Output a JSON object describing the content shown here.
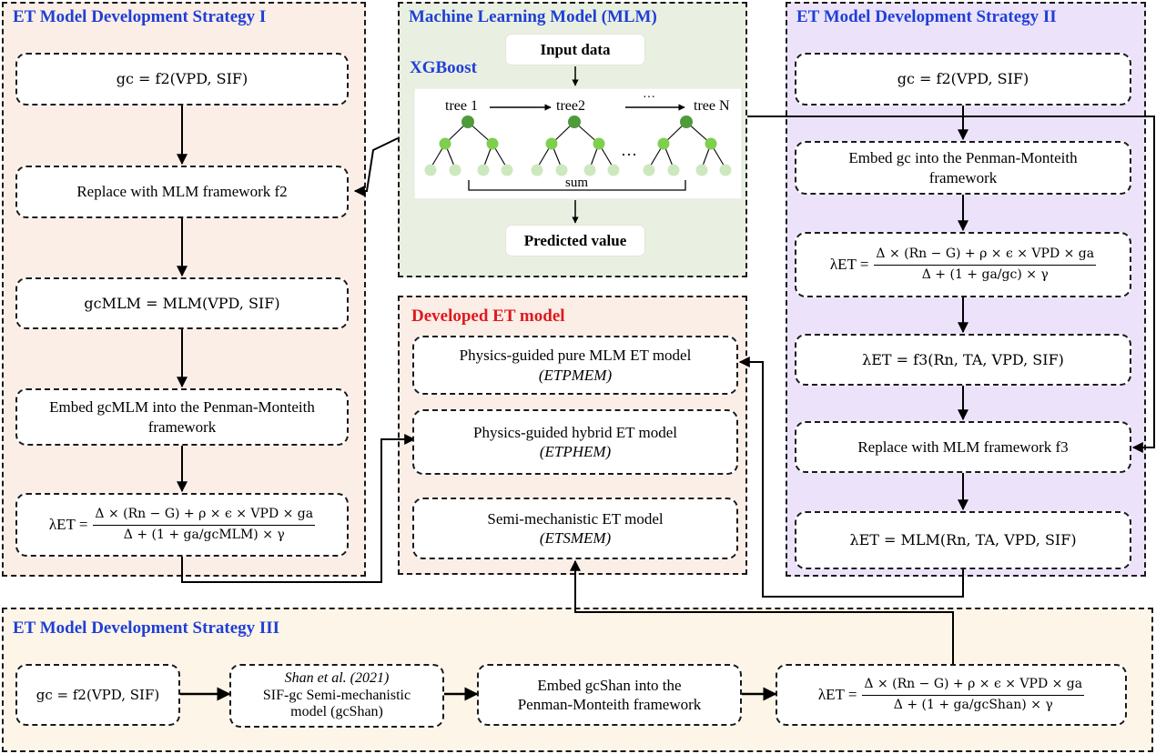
{
  "colors": {
    "strategy_title": "#1f3fd6",
    "developed_title": "#e0181e",
    "panel1_bg": "#fbeee6",
    "panel2_bg": "#eaf0e1",
    "panel3_bg": "#ece3fb",
    "panel4_bg": "#fbeee7",
    "panel5_bg": "#fdf5e7",
    "node_dark": "#4f9a3a",
    "node_mid": "#7fcf4f",
    "node_light": "#cde8bf"
  },
  "strategy1": {
    "title": "ET Model Development Strategy I",
    "box1": "gc = f2(VPD, SIF)",
    "box2": "Replace with MLM framework f2",
    "box3": "gcMLM = MLM(VPD, SIF)",
    "box4_line1": "Embed gcMLM into the Penman-Monteith",
    "box4_line2": "framework",
    "box5_lhs": "λET =",
    "box5_num": "Δ × (Rn − G) + ρ × ϵ × VPD × ga",
    "box5_den": "Δ + (1 + ga/gcMLM) × γ"
  },
  "mlm": {
    "title": "Machine Learning Model (MLM)",
    "subtitle": "XGBoost",
    "input": "Input data",
    "tree1": "tree 1",
    "tree2": "tree2",
    "treeN": "tree N",
    "dots": "···",
    "dots2": "…",
    "sum": "sum",
    "output": "Predicted value"
  },
  "strategy2": {
    "title": "ET Model Development Strategy II",
    "box1": "gc = f2(VPD, SIF)",
    "box2_line1": "Embed gc into the Penman-Monteith",
    "box2_line2": "framework",
    "box3_lhs": "λET =",
    "box3_num": "Δ × (Rn − G) + ρ × ϵ × VPD × ga",
    "box3_den": "Δ + (1 + ga/gc) × γ",
    "box4": "λET = f3(Rn, TA, VPD, SIF)",
    "box5": "Replace with MLM framework f3",
    "box6": "λET = MLM(Rn, TA, VPD, SIF)"
  },
  "developed": {
    "title": "Developed ET model",
    "m1_line1": "Physics-guided pure MLM ET model",
    "m1_line2": "(ETPMEM)",
    "m2_line1": "Physics-guided hybrid ET model",
    "m2_line2": "(ETPHEM)",
    "m3_line1": "Semi-mechanistic ET model",
    "m3_line2": "(ETSMEM)"
  },
  "strategy3": {
    "title": "ET Model Development Strategy III",
    "box1": "gc = f2(VPD, SIF)",
    "box2_line1": "Shan et al. (2021)",
    "box2_line2": "SIF-gc Semi-mechanistic",
    "box2_line3": "model (gcShan)",
    "box3_line1": "Embed gcShan into the",
    "box3_line2": "Penman-Monteith framework",
    "box4_lhs": "λET =",
    "box4_num": "Δ × (Rn − G) + ρ × ϵ × VPD × ga",
    "box4_den": "Δ + (1 + ga/gcShan) × γ"
  }
}
